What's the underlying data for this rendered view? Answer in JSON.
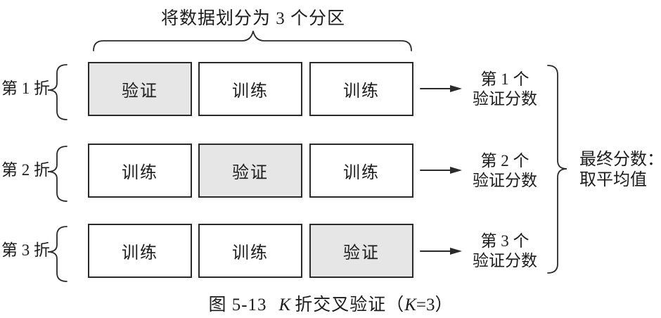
{
  "colors": {
    "stroke": "#2a2a2a",
    "text": "#1c1c1c",
    "validation_fill": "#e6e6e6",
    "train_fill": "#ffffff"
  },
  "diagram": {
    "partition_label": "将数据划分为 3 个分区",
    "folds": [
      {
        "label": "第 1 折",
        "cells": [
          {
            "text": "验证",
            "type": "validation"
          },
          {
            "text": "训练",
            "type": "train"
          },
          {
            "text": "训练",
            "type": "train"
          }
        ],
        "score": {
          "line1": "第 1 个",
          "line2": "验证分数"
        }
      },
      {
        "label": "第 2 折",
        "cells": [
          {
            "text": "训练",
            "type": "train"
          },
          {
            "text": "验证",
            "type": "validation"
          },
          {
            "text": "训练",
            "type": "train"
          }
        ],
        "score": {
          "line1": "第 2 个",
          "line2": "验证分数"
        }
      },
      {
        "label": "第 3 折",
        "cells": [
          {
            "text": "训练",
            "type": "train"
          },
          {
            "text": "训练",
            "type": "train"
          },
          {
            "text": "验证",
            "type": "validation"
          }
        ],
        "score": {
          "line1": "第 3 个",
          "line2": "验证分数"
        }
      }
    ],
    "final_score": {
      "line1": "最终分数：",
      "line2": "取平均值"
    },
    "caption": {
      "figure_number": "图 5-13",
      "k_italic_1": "K",
      "title_mid": "折交叉验证（",
      "k_italic_2": "K",
      "title_end": "=3）"
    }
  }
}
